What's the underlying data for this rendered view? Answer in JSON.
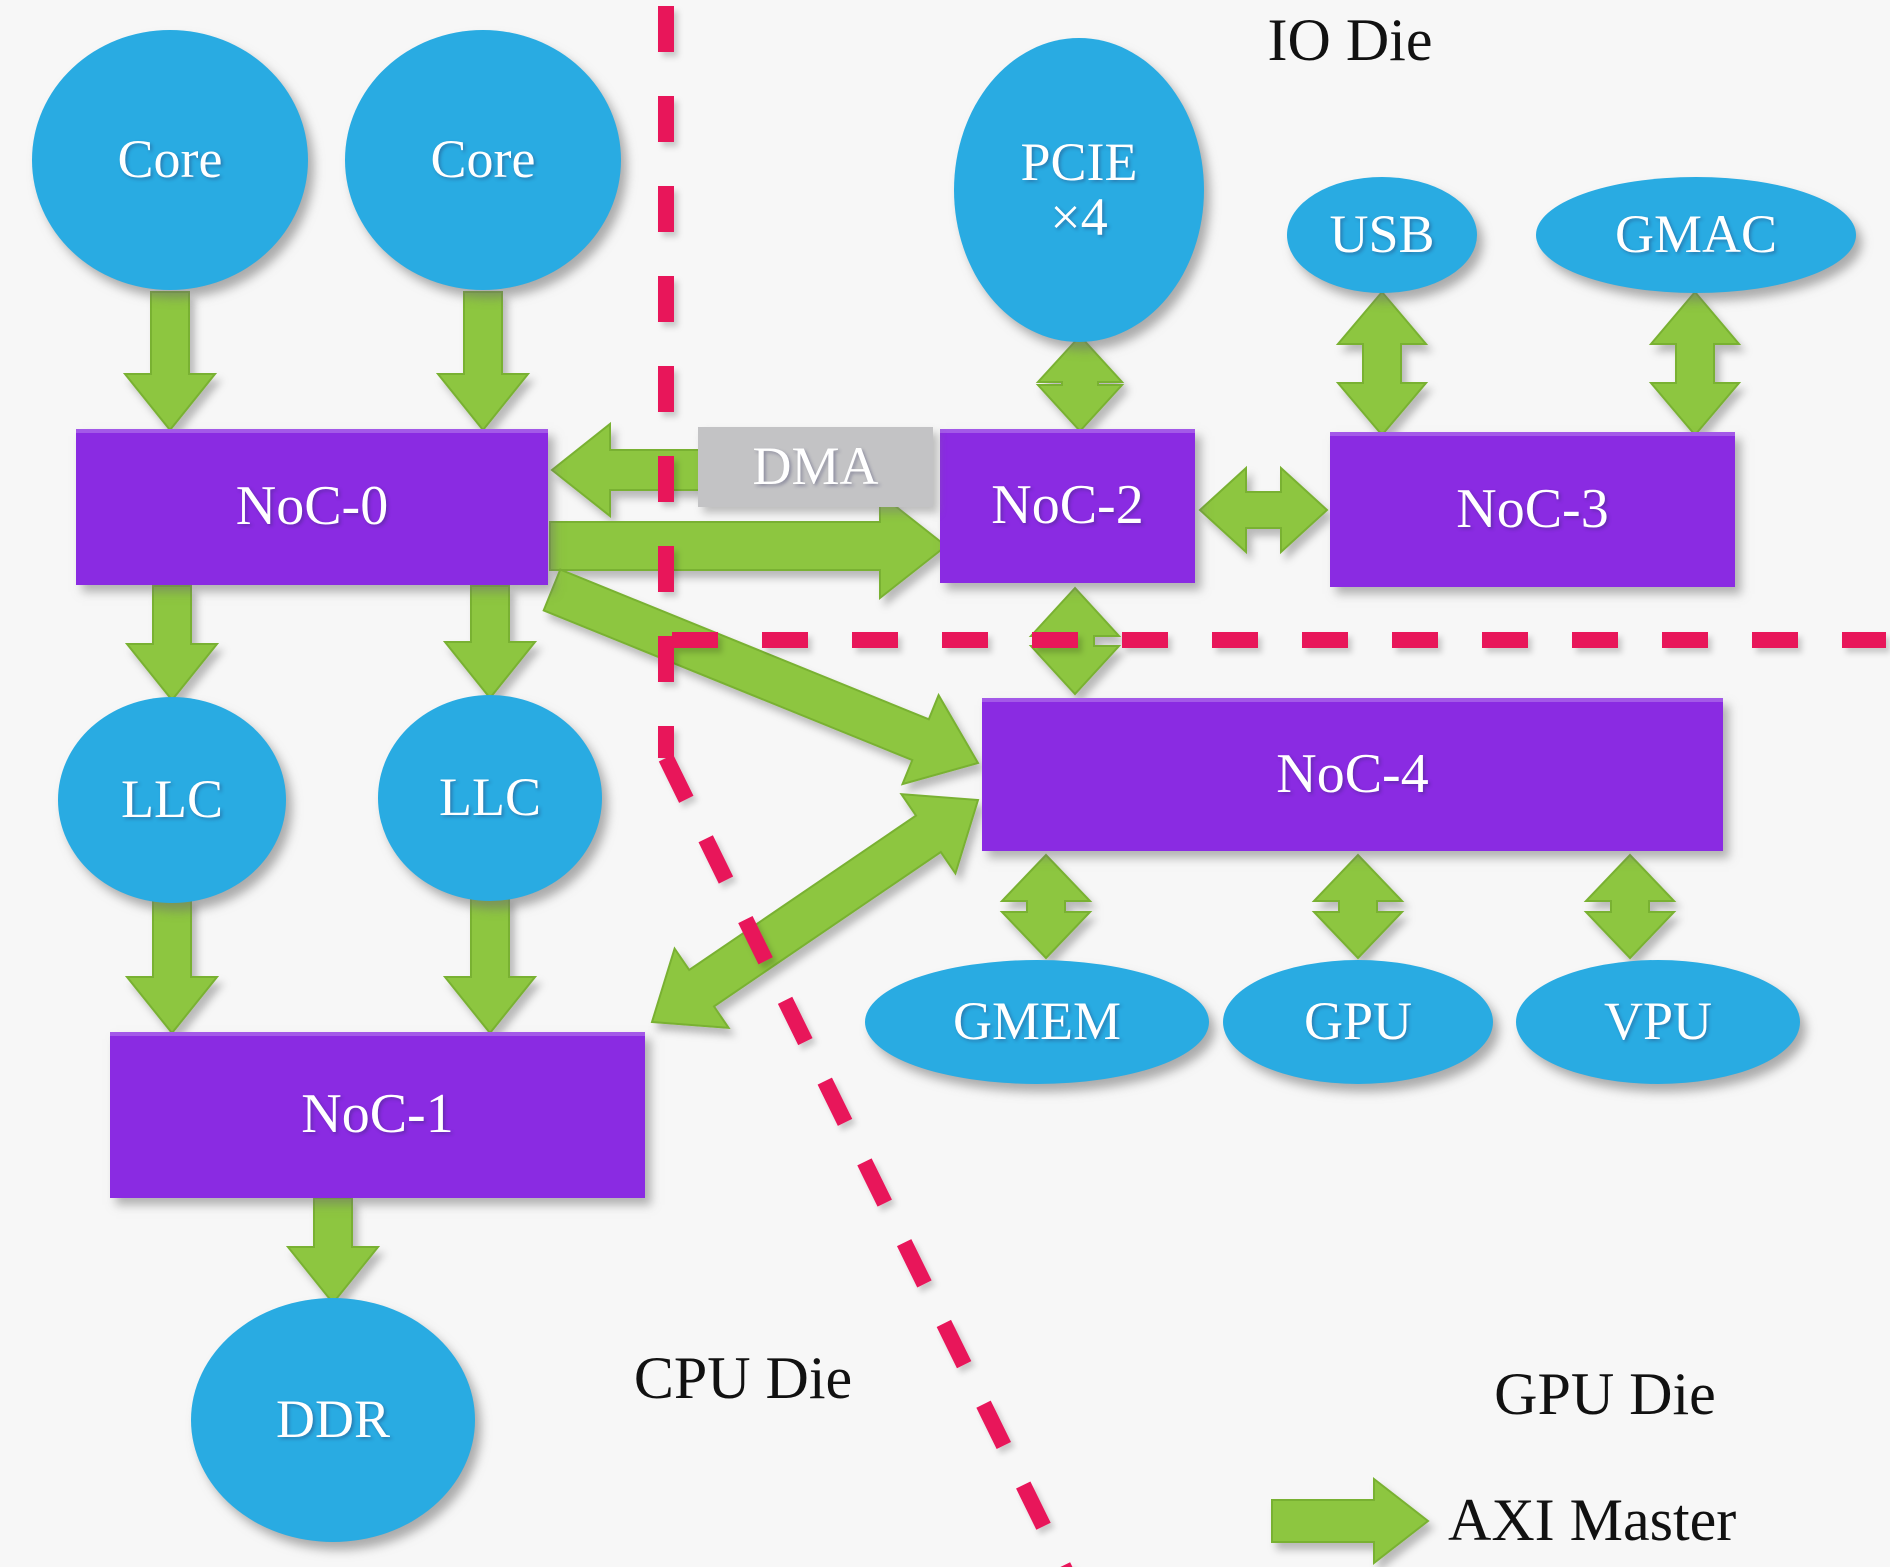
{
  "diagram": {
    "title_implicit": "SoC multi-die NoC interconnect diagram",
    "colors": {
      "background": "#f7f7f7",
      "node_blue": "#29abe2",
      "noc_purple": "#8a2be2",
      "dma_gray": "#c3c3c5",
      "arrow_green": "#8dc63f",
      "arrow_green_edge": "#79b133",
      "die_line_red": "#e8135a",
      "text_white": "#ffffff",
      "text_black": "#111111"
    },
    "nodes": [
      {
        "id": "core1",
        "label": "Core",
        "shape": "ellipse",
        "kind": "cpu-core"
      },
      {
        "id": "core2",
        "label": "Core",
        "shape": "ellipse",
        "kind": "cpu-core"
      },
      {
        "id": "pcie",
        "label": "PCIE",
        "sublabel": "×4",
        "shape": "ellipse",
        "kind": "io"
      },
      {
        "id": "usb",
        "label": "USB",
        "shape": "ellipse",
        "kind": "io"
      },
      {
        "id": "gmac",
        "label": "GMAC",
        "shape": "ellipse",
        "kind": "io"
      },
      {
        "id": "noc0",
        "label": "NoC-0",
        "shape": "rect",
        "kind": "noc"
      },
      {
        "id": "dma",
        "label": "DMA",
        "shape": "rect",
        "kind": "dma"
      },
      {
        "id": "noc2",
        "label": "NoC-2",
        "shape": "rect",
        "kind": "noc"
      },
      {
        "id": "noc3",
        "label": "NoC-3",
        "shape": "rect",
        "kind": "noc"
      },
      {
        "id": "llc1",
        "label": "LLC",
        "shape": "ellipse",
        "kind": "cache"
      },
      {
        "id": "llc2",
        "label": "LLC",
        "shape": "ellipse",
        "kind": "cache"
      },
      {
        "id": "noc4",
        "label": "NoC-4",
        "shape": "rect",
        "kind": "noc"
      },
      {
        "id": "gmem",
        "label": "GMEM",
        "shape": "ellipse",
        "kind": "gpu-block"
      },
      {
        "id": "gpu",
        "label": "GPU",
        "shape": "ellipse",
        "kind": "gpu-block"
      },
      {
        "id": "vpu",
        "label": "VPU",
        "shape": "ellipse",
        "kind": "gpu-block"
      },
      {
        "id": "noc1",
        "label": "NoC-1",
        "shape": "rect",
        "kind": "noc"
      },
      {
        "id": "ddr",
        "label": "DDR",
        "shape": "ellipse",
        "kind": "memory"
      }
    ],
    "labels": {
      "io_die": "IO Die",
      "cpu_die": "CPU Die",
      "gpu_die": "GPU Die"
    },
    "legend": {
      "label": "AXI Master",
      "symbol": "green-arrow"
    },
    "edges": [
      {
        "from": "core1",
        "to": "noc0",
        "bidirectional": false
      },
      {
        "from": "core2",
        "to": "noc0",
        "bidirectional": false
      },
      {
        "from": "noc0",
        "to": "llc1",
        "bidirectional": false
      },
      {
        "from": "noc0",
        "to": "llc2",
        "bidirectional": false
      },
      {
        "from": "llc1",
        "to": "noc1",
        "bidirectional": false
      },
      {
        "from": "llc2",
        "to": "noc1",
        "bidirectional": false
      },
      {
        "from": "noc1",
        "to": "ddr",
        "bidirectional": false
      },
      {
        "from": "dma",
        "to": "noc0",
        "bidirectional": false
      },
      {
        "from": "noc0",
        "to": "noc2",
        "bidirectional": false
      },
      {
        "from": "pcie",
        "to": "noc2",
        "bidirectional": true
      },
      {
        "from": "usb",
        "to": "noc3",
        "bidirectional": true
      },
      {
        "from": "gmac",
        "to": "noc3",
        "bidirectional": true
      },
      {
        "from": "noc2",
        "to": "noc3",
        "bidirectional": true
      },
      {
        "from": "noc2",
        "to": "noc4",
        "bidirectional": true
      },
      {
        "from": "noc4",
        "to": "gmem",
        "bidirectional": true
      },
      {
        "from": "noc4",
        "to": "gpu",
        "bidirectional": true
      },
      {
        "from": "noc4",
        "to": "vpu",
        "bidirectional": true
      },
      {
        "from": "noc0",
        "to": "noc4",
        "bidirectional": false
      },
      {
        "from": "noc1",
        "to": "noc4",
        "bidirectional": true
      }
    ]
  }
}
